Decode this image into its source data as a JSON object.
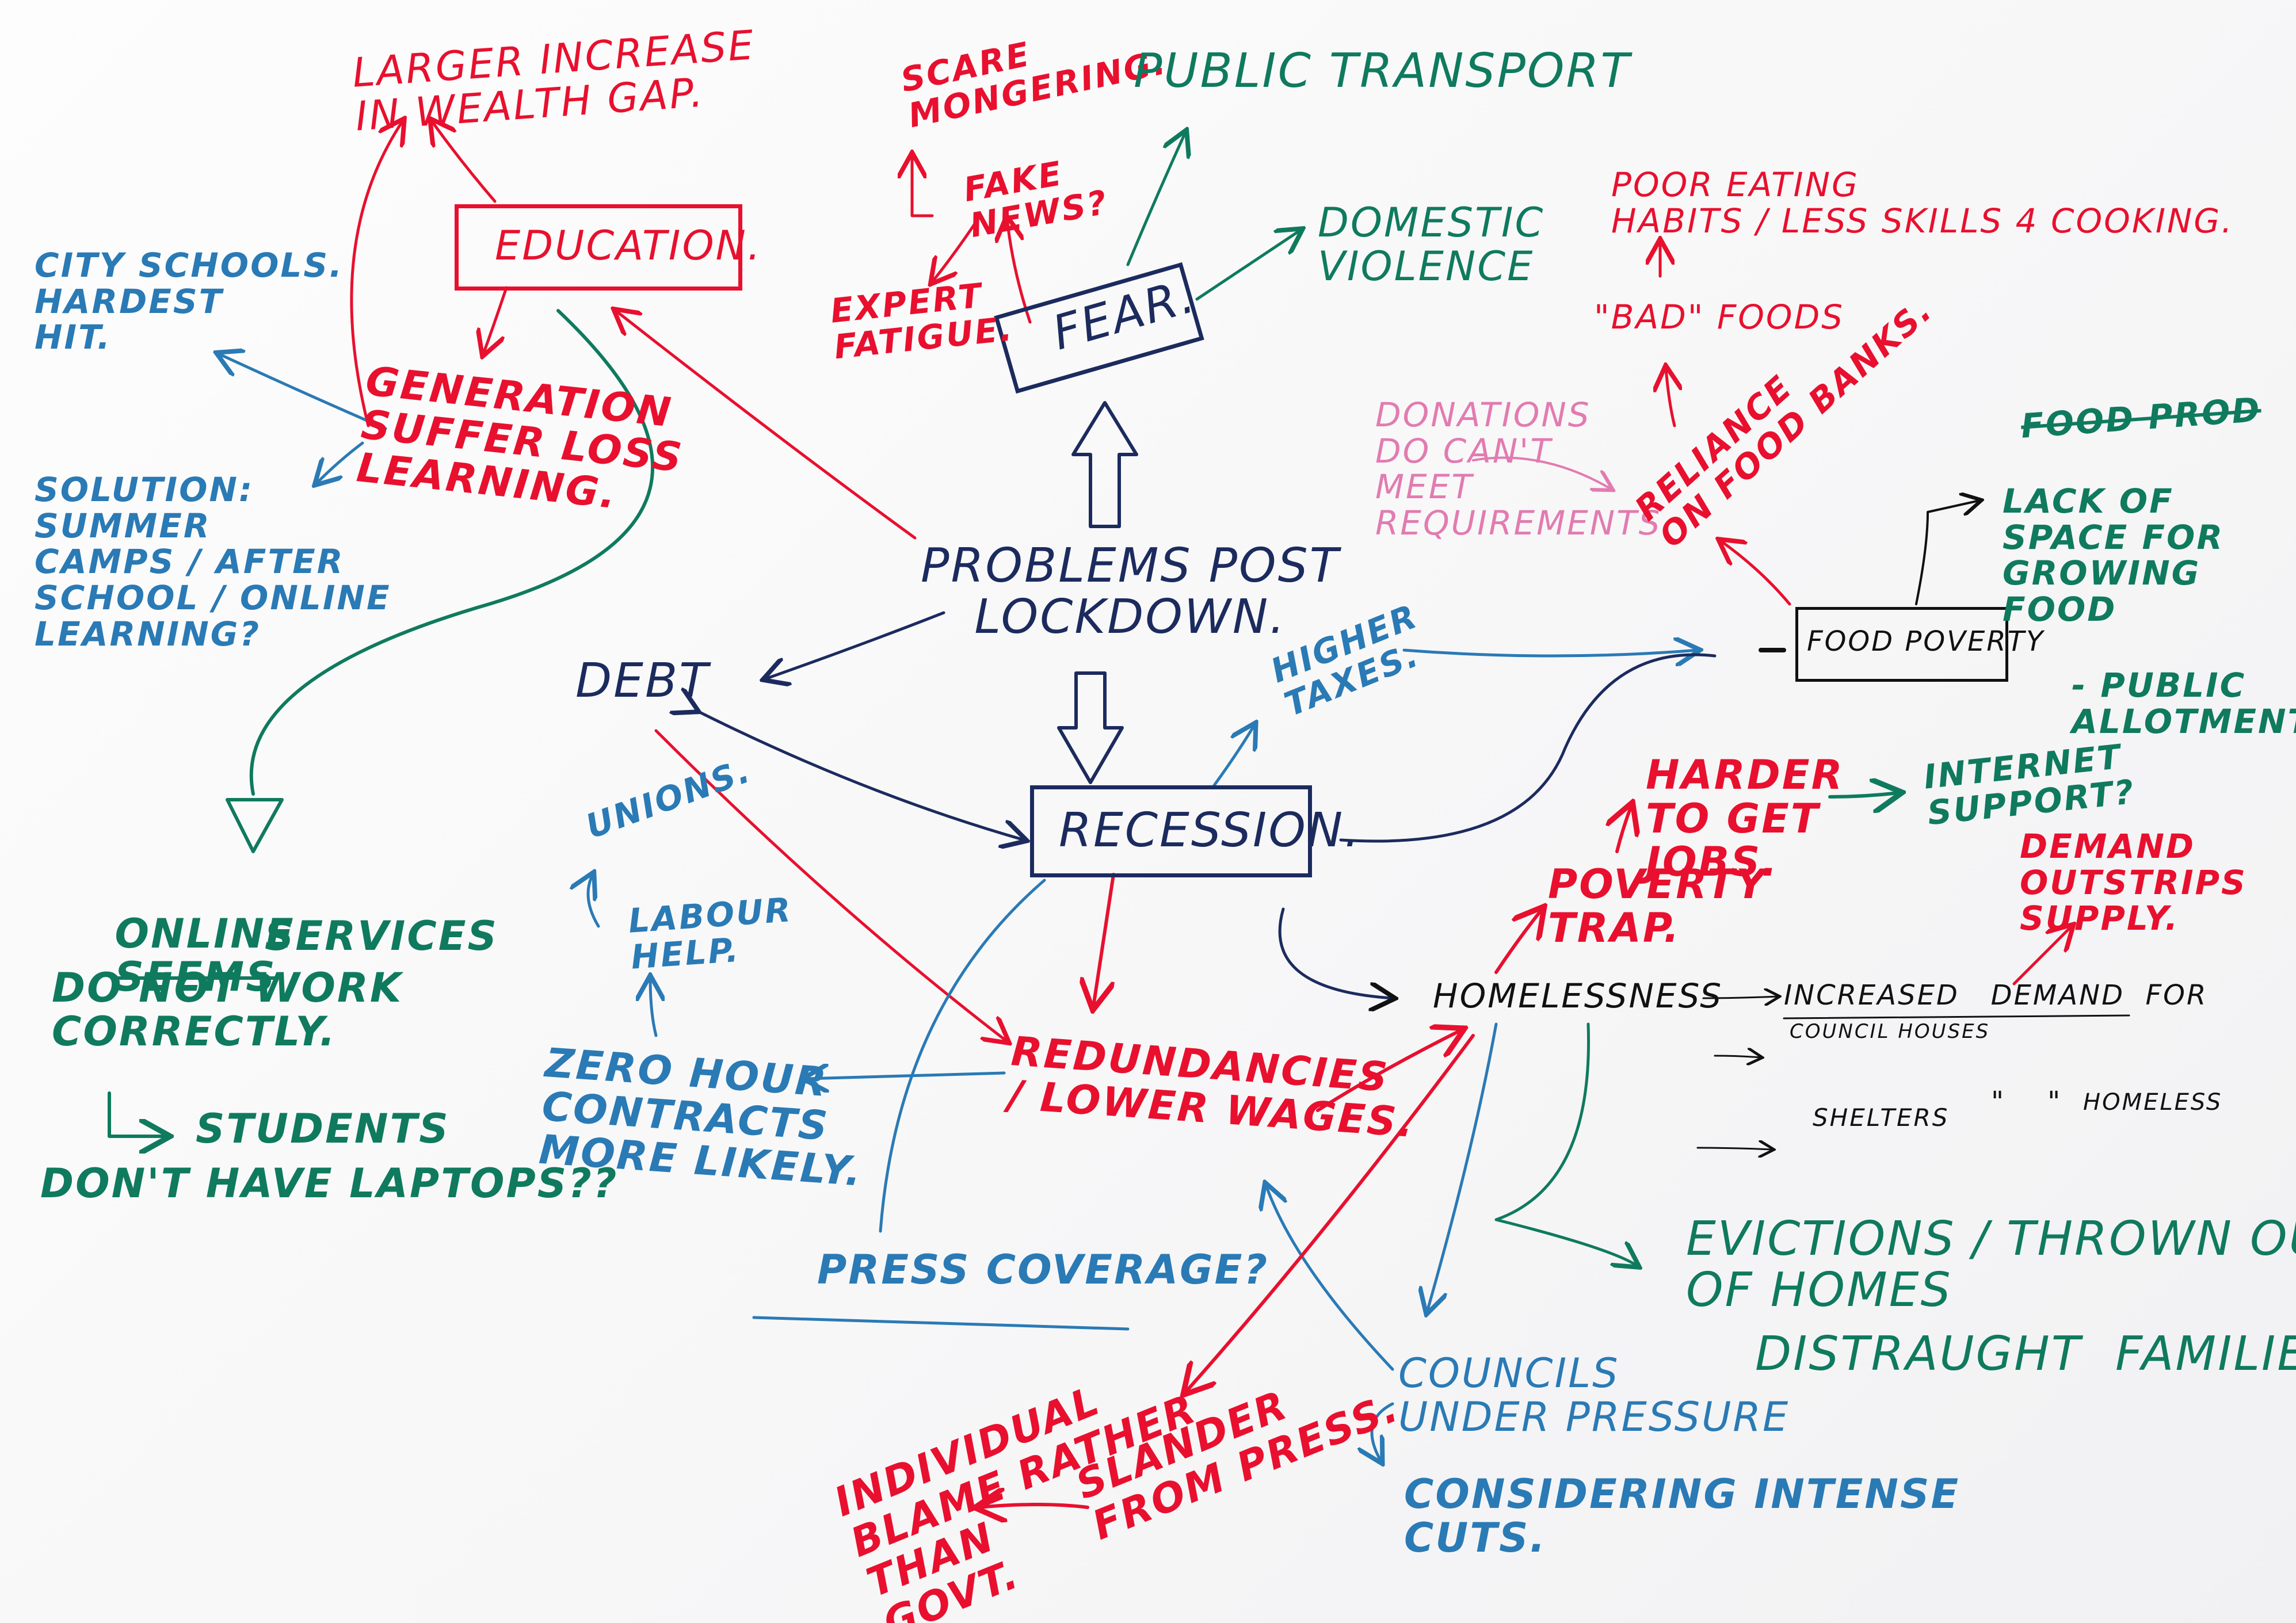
{
  "colors": {
    "red": "#e8102e",
    "navy": "#1c2b5e",
    "blue": "#2a7ab5",
    "teal": "#0f7a5e",
    "pink": "#e27bb0",
    "black": "#111111"
  },
  "center": {
    "problems": "PROBLEMS POST\nLOCKDOWN.",
    "recession": "RECESSION.",
    "debt": "DEBT",
    "fear": "FEAR.",
    "education": "EDUCATION."
  },
  "education_branch": {
    "wealth_gap": "LARGER INCREASE\nIN WEALTH GAP.",
    "generation": "GENERATION\nSUFFER LOSS\nLEARNING.",
    "city_schools": "CITY SCHOOLS.\nHARDEST\nHIT.",
    "solution": "SOLUTION:\nSUMMER\nCAMPS / AFTER\nSCHOOL / ONLINE\nLEARNING?",
    "online_word": "ONLINE",
    "online_struck": "SEEMS",
    "online_rest": "SERVICES",
    "do_not_work": "DO NOT WORK\nCORRECTLY.",
    "students": "STUDENTS",
    "laptops": "DON'T HAVE LAPTOPS??"
  },
  "fear_branch": {
    "scare": "SCARE\nMONGERING.",
    "fake_news": "FAKE\nNEWS?",
    "expert": "EXPERT\nFATIGUE.",
    "public_transport": "PUBLIC TRANSPORT",
    "domestic": "DOMESTIC\nVIOLENCE"
  },
  "food_branch": {
    "poor_eating": "POOR EATING\nHABITS / LESS SKILLS 4 COOKING.",
    "bad_foods": "\"BAD\" FOODS",
    "donations": "DONATIONS\nDO CAN'T\nMEET\nREQUIREMENTS.",
    "reliance": "RELIANCE\nON FOOD BANKS.",
    "food_poverty": "FOOD POVERTY",
    "struck": "FOOD PROD",
    "lack": "LACK OF\nSPACE FOR\nGROWING\nFOOD",
    "allotments": "- PUBLIC\nALLOTMENTS"
  },
  "recession_branch": {
    "higher_taxes": "HIGHER\nTAXES.",
    "harder_jobs": "HARDER\nTO GET\nJOBS.",
    "internet": "INTERNET\nSUPPORT?",
    "poverty_trap": "POVERTY\nTRAP.",
    "demand_supply": "DEMAND\nOUTSTRIPS\nSUPPLY.",
    "homelessness": "HOMELESSNESS",
    "increased": "INCREASED   DEMAND  FOR",
    "council_houses": "COUNCIL HOUSES",
    "shelters": "SHELTERS",
    "quotes": "\"    \"",
    "homeless": "HOMELESS",
    "evictions": "EVICTIONS / THROWN OUT\nOF HOMES",
    "distraught": "DISTRAUGHT  FAMILIES",
    "redundancies": "REDUNDANCIES\n/ LOWER WAGES.",
    "zero_hour": "ZERO HOUR\nCONTRACTS\nMORE LIKELY.",
    "labour": "LABOUR\nHELP.",
    "unions": "UNIONS.",
    "press": "PRESS COVERAGE?",
    "councils": "COUNCILS\nUNDER PRESSURE",
    "cuts": "CONSIDERING INTENSE\nCUTS.",
    "slander": "SLANDER\nFROM PRESS.",
    "individual": "INDIVIDUAL\nBLAME RATHER\nTHAN\nGOVT."
  }
}
